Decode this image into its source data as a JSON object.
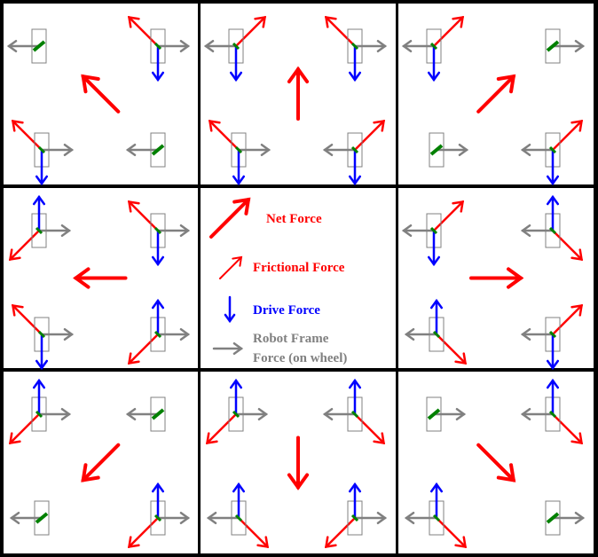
{
  "legend": {
    "net_force": "Net Force",
    "frictional_force": "Frictional Force",
    "drive_force": "Drive Force",
    "robot_frame_force_line1": "Robot Frame",
    "robot_frame_force_line2": "Force (on wheel)"
  },
  "colors": {
    "net_force": "#ff0000",
    "frictional_force": "#ff0000",
    "drive_force": "#0000ff",
    "robot_frame_force": "#808080",
    "wheel_axle": "#008000",
    "wheel_outline": "#808080",
    "grid_border": "#000000"
  },
  "panels": [
    {
      "position": "top-left",
      "net_force_direction": "up-left",
      "wheels": [
        {
          "corner": "top-left",
          "drive": "none",
          "friction": "none",
          "frame": "left"
        },
        {
          "corner": "top-right",
          "drive": "down",
          "friction": "up-left",
          "frame": "right"
        },
        {
          "corner": "bottom-left",
          "drive": "down",
          "friction": "up-left",
          "frame": "right"
        },
        {
          "corner": "bottom-right",
          "drive": "none",
          "friction": "none",
          "frame": "left"
        }
      ]
    },
    {
      "position": "top-center",
      "net_force_direction": "up",
      "wheels": [
        {
          "corner": "top-left",
          "drive": "down",
          "friction": "up-right",
          "frame": "left"
        },
        {
          "corner": "top-right",
          "drive": "down",
          "friction": "up-left",
          "frame": "right"
        },
        {
          "corner": "bottom-left",
          "drive": "down",
          "friction": "up-left",
          "frame": "right"
        },
        {
          "corner": "bottom-right",
          "drive": "down",
          "friction": "up-right",
          "frame": "left"
        }
      ]
    },
    {
      "position": "top-right",
      "net_force_direction": "up-right",
      "wheels": [
        {
          "corner": "top-left",
          "drive": "down",
          "friction": "up-right",
          "frame": "left"
        },
        {
          "corner": "top-right",
          "drive": "none",
          "friction": "none",
          "frame": "right"
        },
        {
          "corner": "bottom-left",
          "drive": "none",
          "friction": "none",
          "frame": "right"
        },
        {
          "corner": "bottom-right",
          "drive": "down",
          "friction": "up-right",
          "frame": "left"
        }
      ]
    },
    {
      "position": "middle-left",
      "net_force_direction": "left",
      "wheels": [
        {
          "corner": "top-left",
          "drive": "up",
          "friction": "down-left",
          "frame": "right"
        },
        {
          "corner": "top-right",
          "drive": "down",
          "friction": "up-left",
          "frame": "right"
        },
        {
          "corner": "bottom-left",
          "drive": "down",
          "friction": "up-left",
          "frame": "right"
        },
        {
          "corner": "bottom-right",
          "drive": "up",
          "friction": "down-left",
          "frame": "right"
        }
      ]
    },
    {
      "position": "middle-right",
      "net_force_direction": "right",
      "wheels": [
        {
          "corner": "top-left",
          "drive": "down",
          "friction": "up-right",
          "frame": "left"
        },
        {
          "corner": "top-right",
          "drive": "up",
          "friction": "down-right",
          "frame": "left"
        },
        {
          "corner": "bottom-left",
          "drive": "up",
          "friction": "down-right",
          "frame": "left"
        },
        {
          "corner": "bottom-right",
          "drive": "down",
          "friction": "up-right",
          "frame": "left"
        }
      ]
    },
    {
      "position": "bottom-left",
      "net_force_direction": "down-left",
      "wheels": [
        {
          "corner": "top-left",
          "drive": "up",
          "friction": "down-left",
          "frame": "right"
        },
        {
          "corner": "top-right",
          "drive": "none",
          "friction": "none",
          "frame": "left"
        },
        {
          "corner": "bottom-left",
          "drive": "none",
          "friction": "none",
          "frame": "left"
        },
        {
          "corner": "bottom-right",
          "drive": "up",
          "friction": "down-left",
          "frame": "right"
        }
      ]
    },
    {
      "position": "bottom-center",
      "net_force_direction": "down",
      "wheels": [
        {
          "corner": "top-left",
          "drive": "up",
          "friction": "down-left",
          "frame": "right"
        },
        {
          "corner": "top-right",
          "drive": "up",
          "friction": "down-right",
          "frame": "left"
        },
        {
          "corner": "bottom-left",
          "drive": "up",
          "friction": "down-right",
          "frame": "left"
        },
        {
          "corner": "bottom-right",
          "drive": "up",
          "friction": "down-left",
          "frame": "right"
        }
      ]
    },
    {
      "position": "bottom-right",
      "net_force_direction": "down-right",
      "wheels": [
        {
          "corner": "top-left",
          "drive": "none",
          "friction": "none",
          "frame": "right"
        },
        {
          "corner": "top-right",
          "drive": "up",
          "friction": "down-right",
          "frame": "left"
        },
        {
          "corner": "bottom-left",
          "drive": "up",
          "friction": "down-right",
          "frame": "left"
        },
        {
          "corner": "bottom-right",
          "drive": "none",
          "friction": "none",
          "frame": "right"
        }
      ]
    }
  ]
}
